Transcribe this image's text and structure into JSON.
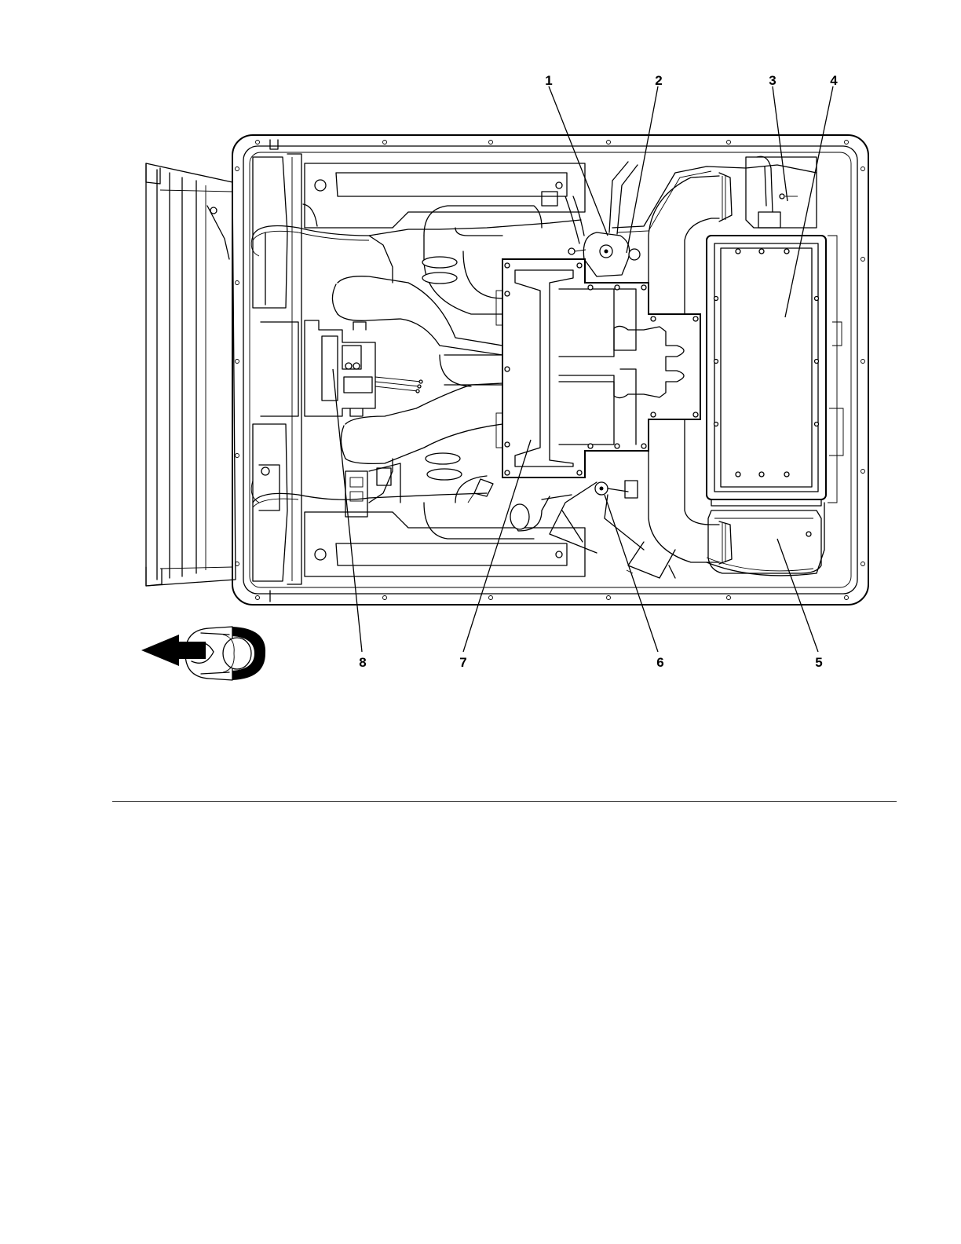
{
  "figure": {
    "callouts": [
      {
        "id": "1",
        "label": "1"
      },
      {
        "id": "2",
        "label": "2"
      },
      {
        "id": "3",
        "label": "3"
      },
      {
        "id": "4",
        "label": "4"
      },
      {
        "id": "5",
        "label": "5"
      },
      {
        "id": "6",
        "label": "6"
      },
      {
        "id": "7",
        "label": "7"
      },
      {
        "id": "8",
        "label": "8"
      }
    ],
    "direction_indicator_icon": "forward-arrow-icon",
    "operator_icon": "operator-top-view-icon"
  }
}
